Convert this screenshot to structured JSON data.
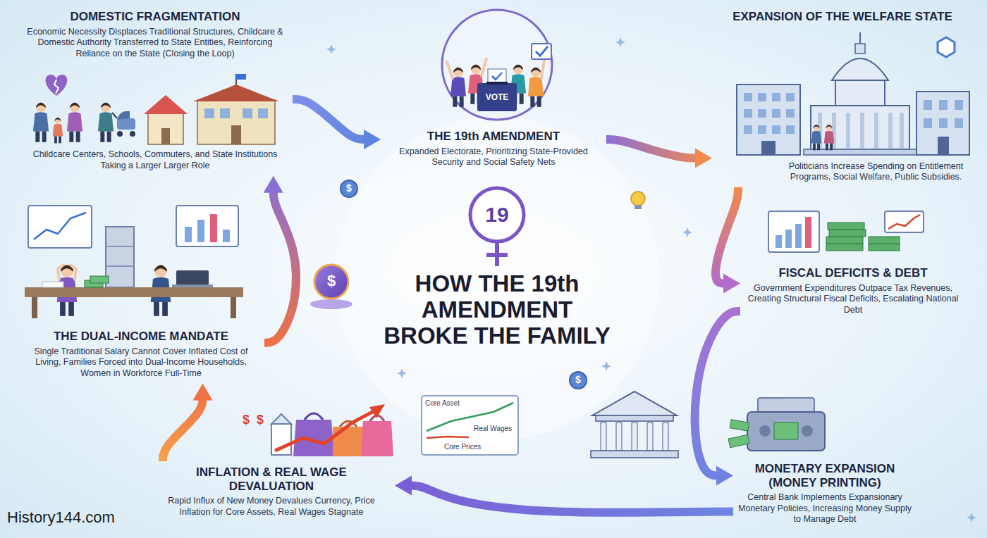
{
  "diagram": {
    "title": "HOW THE 19th AMENDMENT BROKE THE FAMILY",
    "nodes": [
      {
        "text": [
          "THE 19th AMENDMENT",
          "Expanded Electorate, Prioritizing State-Provided Security and Social Safety Nets"
        ]
      },
      {
        "text": [
          "EXPANSION OF THE WELFARE STATE",
          "Politicians Increase Spending on Entitlement Programs, Social Welfare, Public Subsidies."
        ]
      },
      {
        "text": [
          "FISCAL DEFICITS & DEBT",
          "Government Expenditures Outpace Tax Revenues, Creating Structural Fiscal Deficits, Escalating National Debt"
        ]
      },
      {
        "text": [
          "MONETARY EXPANSION (MONEY PRINTING)",
          "Central Bank Implements Expansionary Monetary Policies, Increasing Money Supply to Manage Debt"
        ]
      },
      {
        "text": [
          "INFLATION & REAL WAGE DEVALUATION",
          "Rapid Influx of New Money Devalues Currency, Price Inflation for Core Assets, Real Wages Stagnate"
        ]
      },
      {
        "text": [
          "THE DUAL-INCOME MANDATE",
          "Single Traditional Salary Cannot Cover Inflated Cost of Living, Families Forced into Dual-Income Households, Women in Workforce Full-Time"
        ]
      },
      {
        "text": [
          "DOMESTIC FRAGMENTATION",
          "Economic Necessity Displaces Traditional Structures, Childcare & Domestic Authority Transferred to State Entities, Reinforcing Reliance on the State (Closing the Loop)",
          "Childcare Centers, Schools, Commuters, and State Institutions Taking a Larger Larger Role"
        ]
      }
    ],
    "edges": [
      {
        "from": 0,
        "to": 1,
        "arrow": "to"
      },
      {
        "from": 1,
        "to": 2,
        "arrow": "to"
      },
      {
        "from": 2,
        "to": 3,
        "arrow": "to"
      },
      {
        "from": 3,
        "to": 4,
        "arrow": "to"
      },
      {
        "from": 4,
        "to": 5,
        "arrow": "to"
      },
      {
        "from": 5,
        "to": 6,
        "arrow": "to"
      },
      {
        "from": 6,
        "to": 0,
        "arrow": "to"
      }
    ],
    "labels": [
      "VOTE",
      "$",
      "19",
      "$",
      "$",
      "$",
      "$",
      "Core Asset",
      "Real Wages",
      "Core Prices",
      "History144.com"
    ]
  }
}
